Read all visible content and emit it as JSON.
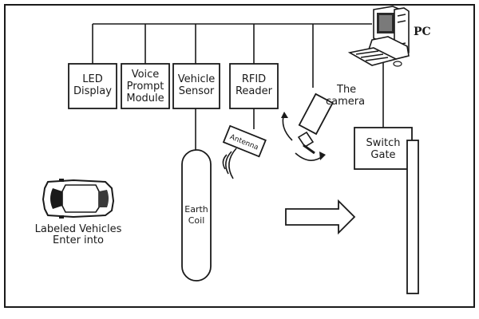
{
  "labels": {
    "pc": "PC",
    "led_display": [
      "LED",
      "Display"
    ],
    "voice_prompt_module": [
      "Voice",
      "Prompt",
      "Module"
    ],
    "vehicle_sensor": [
      "Vehicle",
      "Sensor"
    ],
    "rfid_reader": [
      "RFID",
      "Reader"
    ],
    "camera": [
      "The",
      "camera"
    ],
    "switch_gate": [
      "Switch",
      "Gate"
    ],
    "antenna": "Antenna",
    "earth_coil": [
      "Earth",
      "Coil"
    ],
    "labeled_vehicles": [
      "Labeled Vehicles",
      "Enter into"
    ]
  },
  "icons": {
    "computer": "computer-icon",
    "camera": "camera-icon",
    "car": "car-icon",
    "arrow": "direction-arrow-icon",
    "signal": "signal-waves-icon"
  },
  "colors": {
    "stroke": "#1a1a1a",
    "background": "#ffffff"
  }
}
